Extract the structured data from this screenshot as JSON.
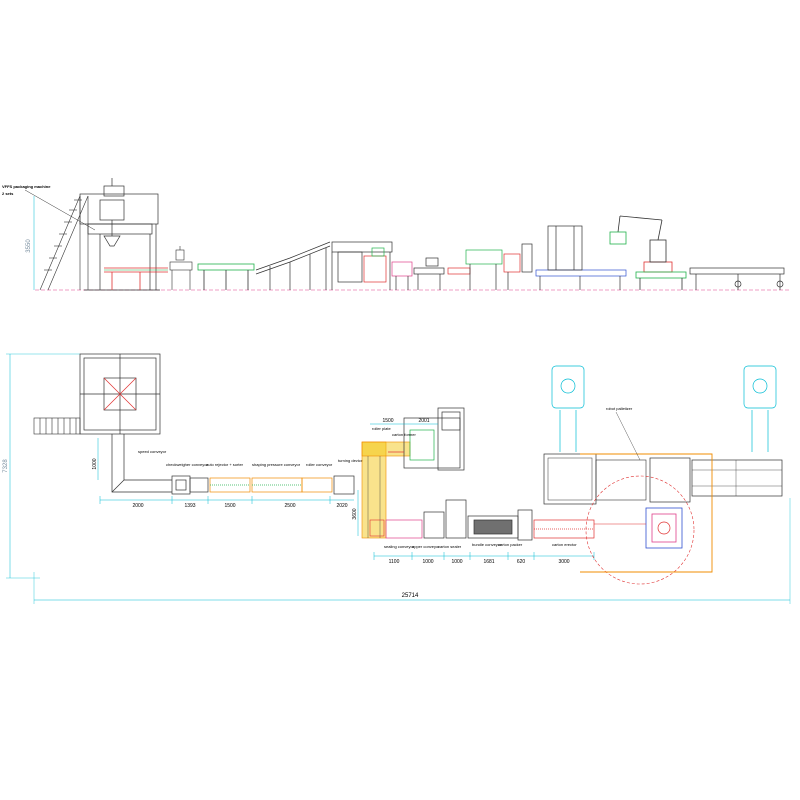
{
  "side_view": {
    "callout": [
      "VFFS packaging machine",
      "2 sets"
    ],
    "height_dim": "3550"
  },
  "plan_view": {
    "labels": {
      "lift": "speed conveyor",
      "check": "checkweigher conveyor",
      "metal": "auto rejector + sorter",
      "shape": "shaping pressure conveyor",
      "roller": "roller conveyor",
      "turning": "turning device",
      "plate": "roller plate",
      "sealer": "carton sealer",
      "former": "carton former",
      "upper": "upper conveyor",
      "sealing": "sealing conveyor",
      "erector": "carton erector",
      "unit": "bundle conveyor",
      "feed": "carton packer",
      "robot": "robot palletizer"
    },
    "dims": {
      "d1000": "1000",
      "d2000": "2000",
      "d1393": "1393",
      "d1500a": "1500",
      "d2500": "2500",
      "d2020": "2020",
      "d1500b": "1500",
      "d2001": "2001",
      "d3600": "3600",
      "d1100": "1100",
      "d1000b": "1000",
      "d1000c": "1000",
      "d1681": "1681",
      "d620": "620",
      "d3000": "3000",
      "overall_width": "25714",
      "overall_height": "7328"
    }
  },
  "colors": {
    "frame": "#333333",
    "cyan": "#00bcd4",
    "magenta": "#e0408a",
    "green": "#22b24c",
    "yellow": "#f2c200",
    "orange": "#f08c00",
    "red": "#e03030",
    "blue": "#3050d0"
  }
}
